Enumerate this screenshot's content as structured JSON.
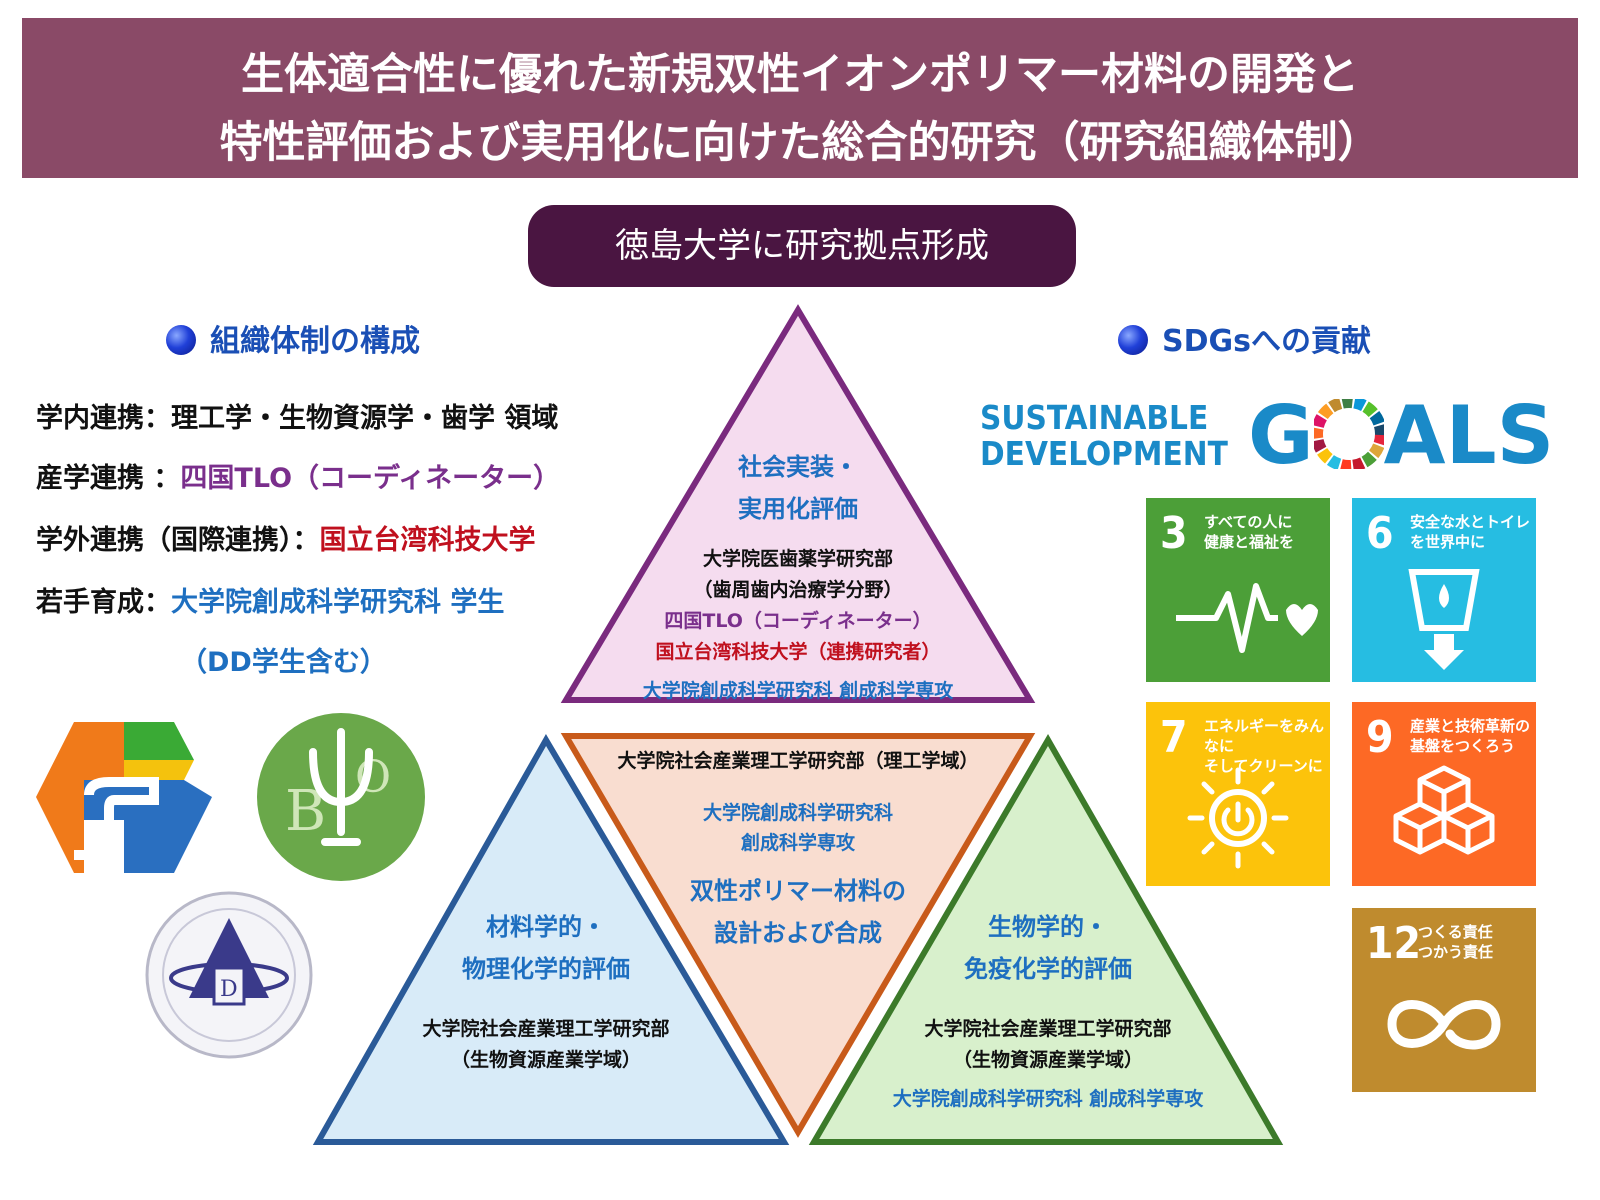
{
  "title": {
    "line1": "生体適合性に優れた新規双性イオンポリマー材料の開発と",
    "line2": "特性評価および実用化に向けた総合的研究（研究組織体制）"
  },
  "hub": "徳島大学に研究拠点形成",
  "org": {
    "heading": "組織体制の構成",
    "rows": [
      {
        "label": "学内連携：",
        "value": "理工学・生物資源学・歯学 領域"
      },
      {
        "label": "産学連携 ：",
        "value": "四国TLO（コーディネーター）"
      },
      {
        "label": "学外連携（国際連携）：",
        "value": "国立台湾科技大学"
      },
      {
        "label": "若手育成：",
        "value": "大学院創成科学研究科 学生",
        "value2": "（DD学生含む）"
      }
    ]
  },
  "sdgs": {
    "heading": "SDGsへの貢献",
    "logo_line1": "SUSTAINABLE",
    "logo_line2": "DEVELOPMENT",
    "logo_goals_g": "G",
    "logo_goals_rest": "ALS",
    "tiles": [
      {
        "num": "3",
        "text": "すべての人に\n健康と福祉を",
        "color": "#4c9f38",
        "icon": "heartbeat-icon"
      },
      {
        "num": "6",
        "text": "安全な水とトイレ\nを世界中に",
        "color": "#26bde2",
        "icon": "water-icon"
      },
      {
        "num": "7",
        "text": "エネルギーをみんなに\nそしてクリーンに",
        "color": "#fcc30b",
        "icon": "sun-power-icon"
      },
      {
        "num": "9",
        "text": "産業と技術革新の\n基盤をつくろう",
        "color": "#fd6925",
        "icon": "cubes-icon"
      },
      {
        "num": "12",
        "text": "つくる責任\nつかう責任",
        "color": "#bf8b2e",
        "icon": "infinity-icon"
      }
    ]
  },
  "triangles": {
    "top": {
      "title1": "社会実装・",
      "title2": "実用化評価",
      "line1": "大学院医歯薬学研究部",
      "line2": "（歯周歯内治療学分野）",
      "line3": "四国TLO（コーディネーター）",
      "line4": "国立台湾科技大学（連携研究者）",
      "line5": "大学院創成科学研究科 創成科学専攻"
    },
    "center": {
      "line1": "大学院社会産業理工学研究部（理工学域）",
      "line2": "大学院創成科学研究科",
      "line3": "創成科学専攻",
      "title1": "双性ポリマー材料の",
      "title2": "設計および合成"
    },
    "left": {
      "title1": "材料学的・",
      "title2": "物理化学的評価",
      "line1": "大学院社会産業理工学研究部",
      "line2": "（生物資源産業学域）"
    },
    "right": {
      "title1": "生物学的・",
      "title2": "免疫化学的評価",
      "line1": "大学院社会産業理工学研究部",
      "line2": "（生物資源産業学域）",
      "line3": "大学院創成科学研究科 創成科学専攻"
    }
  },
  "colors": {
    "title_bg": "#8a4a67",
    "hub_bg": "#4a1541",
    "top_tri_fill": "#f5dcef",
    "top_tri_stroke": "#7a2a7e",
    "center_tri_fill": "#f9ddd0",
    "center_tri_stroke": "#c85a1a",
    "left_tri_fill": "#d8ebf8",
    "left_tri_stroke": "#2a5a98",
    "right_tri_fill": "#d8f0cc",
    "right_tri_stroke": "#3c7a2a"
  }
}
